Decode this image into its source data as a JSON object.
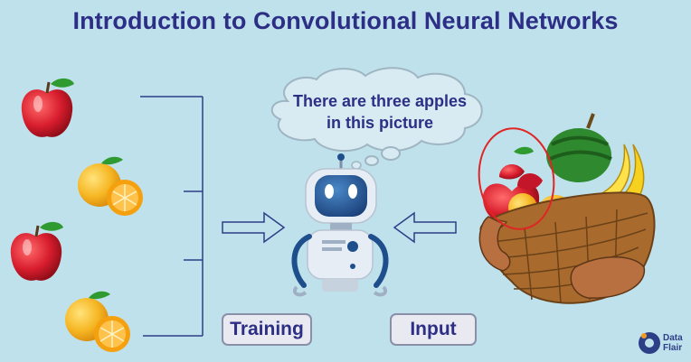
{
  "title": "Introduction to Convolutional Neural Networks",
  "thought_bubble": {
    "line1": "There are three apples",
    "line2": "in this picture"
  },
  "labels": {
    "training": "Training",
    "input": "Input"
  },
  "logo": {
    "line1": "Data",
    "line2": "Flair"
  },
  "training_images": [
    "apple",
    "orange",
    "apple",
    "orange"
  ],
  "colors": {
    "background": "#bfe1ec",
    "title": "#2d2f86",
    "apple": "#d81d2e",
    "orange": "#f6a623",
    "robot_head": "#1f4e8c",
    "highlight_circle": "#e02525"
  }
}
